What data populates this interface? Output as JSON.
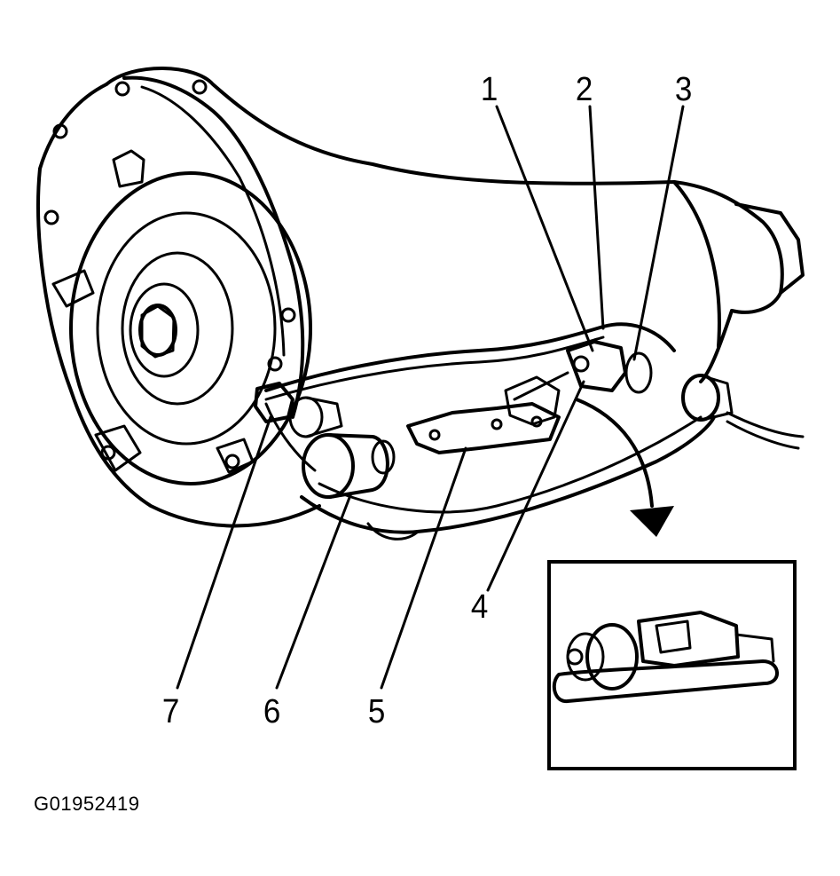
{
  "callouts": {
    "c1": "1",
    "c2": "2",
    "c3": "3",
    "c4": "4",
    "c5": "5",
    "c6": "6",
    "c7": "7"
  },
  "figure_id": "G01952419"
}
